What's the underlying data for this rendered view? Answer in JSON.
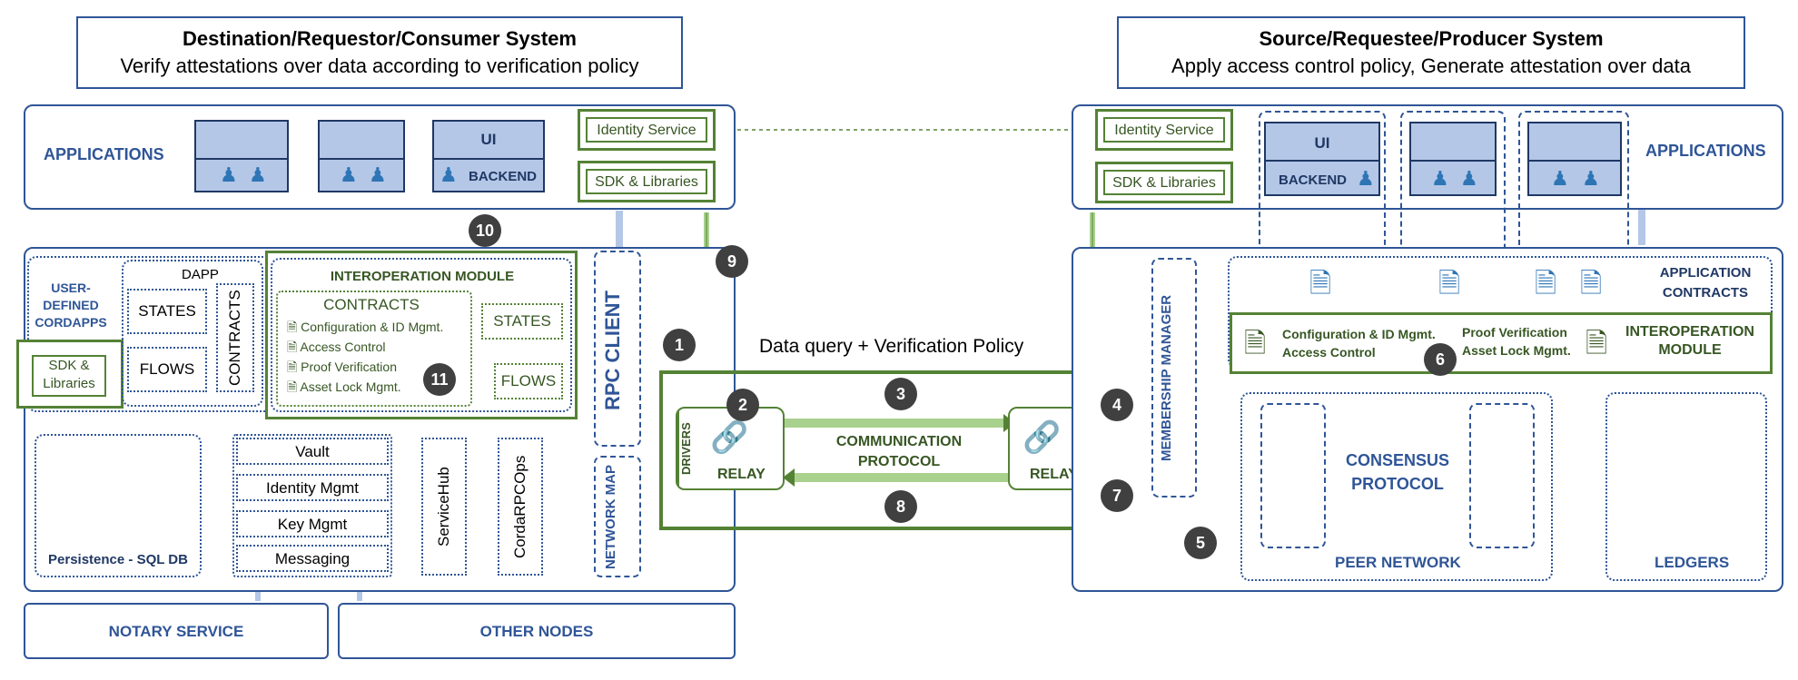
{
  "dest": {
    "title": "Destination/Requestor/Consumer System",
    "subtitle": "Verify attestations over data according to verification policy",
    "applications": "APPLICATIONS",
    "ui": "UI",
    "backend": "BACKEND",
    "identity_service": "Identity Service",
    "sdk_libraries": "SDK & Libraries",
    "user_defined_cordapps": "USER-DEFINED CORDAPPS",
    "sdk_libraries_short": "SDK & Libraries",
    "dapp": "DAPP",
    "states": "STATES",
    "flows": "FLOWS",
    "contracts": "CONTRACTS",
    "interop_module": "INTEROPERATION MODULE",
    "interop_contracts": "CONTRACTS",
    "interop_items": [
      "Configuration & ID Mgmt.",
      "Access Control",
      "Proof Verification",
      "Asset Lock Mgmt."
    ],
    "interop_states": "STATES",
    "interop_flows": "FLOWS",
    "rpc_client": "RPC CLIENT",
    "network_map": "NETWORK MAP",
    "vault": "Vault",
    "identity_mgmt": "Identity Mgmt",
    "key_mgmt": "Key Mgmt",
    "messaging": "Messaging",
    "servicehub": "ServiceHub",
    "cordarpcops": "CordaRPCOps",
    "persistence": "Persistence - SQL DB",
    "notary_service": "NOTARY SERVICE",
    "other_nodes": "OTHER NODES"
  },
  "middle": {
    "query": "Data query + Verification Policy",
    "drivers": "DRIVERS",
    "relay": "RELAY",
    "comm_protocol": "COMMUNICATION PROTOCOL"
  },
  "src": {
    "title": "Source/Requestee/Producer System",
    "subtitle": "Apply access control policy, Generate attestation over data",
    "applications": "APPLICATIONS",
    "identity_service": "Identity Service",
    "sdk_libraries": "SDK & Libraries",
    "ui": "UI",
    "backend": "BACKEND",
    "membership_manager": "MEMBERSHIP MANAGER",
    "application_contracts": "APPLICATION CONTRACTS",
    "interop_config": "Configuration & ID Mgmt.",
    "interop_access": "Access Control",
    "interop_proof": "Proof Verification",
    "interop_asset": "Asset Lock Mgmt.",
    "interop_module": "INTEROPERATION MODULE",
    "consensus": "CONSENSUS PROTOCOL",
    "peer_network": "PEER NETWORK",
    "ledgers": "LEDGERS"
  },
  "steps": [
    "1",
    "2",
    "3",
    "4",
    "5",
    "6",
    "7",
    "8",
    "9",
    "10",
    "11"
  ],
  "colors": {
    "blue": "#2f5597",
    "green": "#548235",
    "light_blue": "#b4c7e7",
    "hex_blue": "#4472c4",
    "circle": "#404040"
  }
}
